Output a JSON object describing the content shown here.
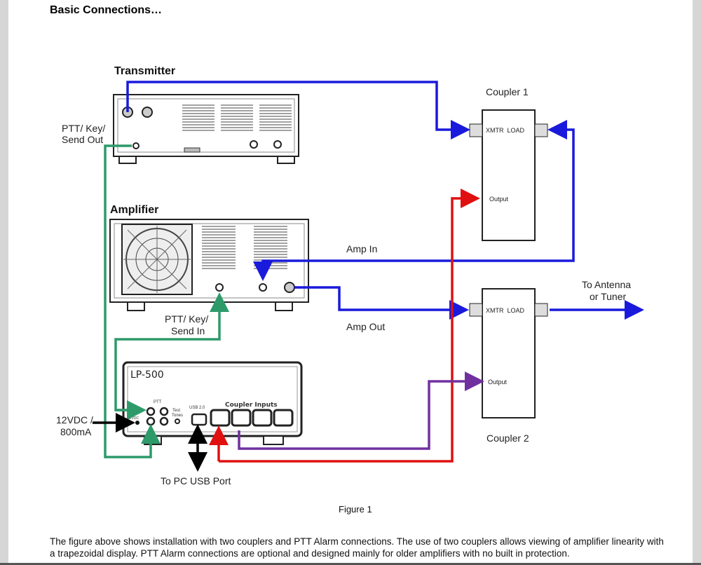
{
  "heading": "Basic Connections…",
  "figure": {
    "transmitter_label": "Transmitter",
    "amplifier_label": "Amplifier",
    "lp500_label": "LP-500",
    "ptt_label": "PTT",
    "test_tones_label_1": "Test",
    "test_tones_label_2": "Tones",
    "usb_label": "USB 2.0",
    "vdc_small_label": "12VDC",
    "coupler_inputs_label": "Coupler Inputs",
    "coupler1_label": "Coupler 1",
    "coupler2_label": "Coupler 2",
    "xmtr_load_label": "XMTR  LOAD",
    "output_label": "Output",
    "ptt_out_1": "PTT/ Key/",
    "ptt_out_2": "Send Out",
    "ptt_in_1": "PTT/ Key/",
    "ptt_in_2": "Send In",
    "amp_in": "Amp In",
    "amp_out": "Amp Out",
    "antenna_1": "To Antenna",
    "antenna_2": "or Tuner",
    "power_1": "12VDC /",
    "power_2": "800mA",
    "usb_port": "To PC USB Port",
    "colors": {
      "rf": "#1a1adc",
      "ptt": "#2e9a6a",
      "coupler1": "#e01010",
      "coupler2": "#7030a0",
      "power": "#000000"
    }
  },
  "caption": "Figure 1",
  "paragraph": "The figure above shows installation with two couplers and PTT Alarm connections. The use of two couplers allows viewing of amplifier linearity with a trapezoidal display. PTT Alarm connections are optional and designed mainly for older amplifiers with no built in protection."
}
